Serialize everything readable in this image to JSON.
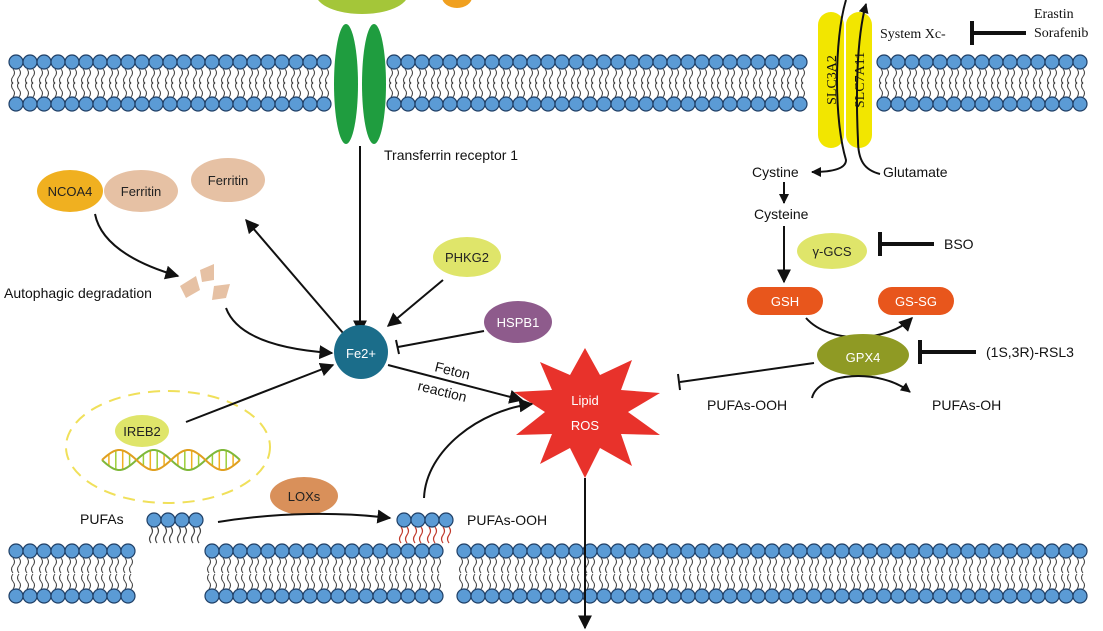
{
  "labels": {
    "transferrin_receptor": "Transferrin receptor 1",
    "system_xc": "System Xc-",
    "erastin": "Erastin",
    "sorafenib": "Sorafenib",
    "slc3a2": "SLC3A2",
    "slc7a11": "SLC7A11",
    "cystine": "Cystine",
    "glutamate": "Glutamate",
    "cysteine": "Cysteine",
    "gamma_gcs": "γ-GCS",
    "bso": "BSO",
    "gsh": "GSH",
    "gs_sg": "GS-SG",
    "gpx4": "GPX4",
    "rsl3": "(1S,3R)-RSL3",
    "pufas_ooh_right": "PUFAs-OOH",
    "pufas_oh": "PUFAs-OH",
    "ncoa4": "NCOA4",
    "ferritin_1": "Ferritin",
    "ferritin_2": "Ferritin",
    "autophagic_degradation": "Autophagic degradation",
    "phkg2": "PHKG2",
    "hspb1": "HSPB1",
    "fe2": "Fe2+",
    "feton_line1": "Feton",
    "feton_line2": "reaction",
    "lipid_ros_line1": "Lipid",
    "lipid_ros_line2": "ROS",
    "ireb2": "IREB2",
    "loxs": "LOXs",
    "pufas": "PUFAs",
    "pufas_ooh_bottom": "PUFAs-OOH"
  },
  "colors": {
    "membrane_head": "#5b9bd5",
    "transferrin_receptor": "#1f9d3f",
    "slc_transporter": "#f2e600",
    "ncoa4": "#f0b020",
    "ferritin": "#e6c1a4",
    "phkg2": "#dfe56a",
    "hspb1": "#8e5b8c",
    "fe2": "#1b6d8a",
    "lipid_ros": "#e8322b",
    "gamma_gcs": "#dfe56a",
    "gsh": "#e8561c",
    "gpx4": "#8f9a24",
    "ireb2": "#dfe56a",
    "loxs": "#d9905a",
    "dashed_ellipse": "#f0e05a"
  }
}
